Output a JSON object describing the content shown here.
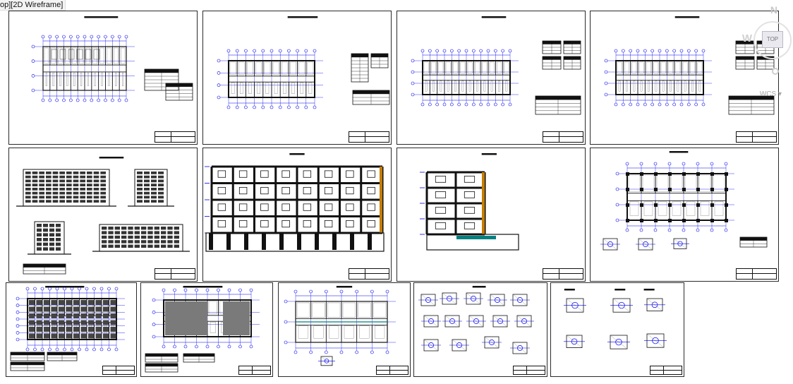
{
  "viewport": {
    "label": "op][2D Wireframe]"
  },
  "viewcube": {
    "north": "N",
    "west": "W",
    "top_face": "TOP",
    "ucs_menu": "WCS ▾"
  },
  "colors": {
    "line": "#111111",
    "dimension": "#0000ee",
    "accent": "#c87d00",
    "fill": "#7a7a7a"
  },
  "layout_sheets": [
    {
      "kind": "plan-furnished"
    },
    {
      "kind": "plan"
    },
    {
      "kind": "plan-rooms"
    },
    {
      "kind": "plan-rooms"
    },
    {
      "kind": "elevations"
    },
    {
      "kind": "section-long"
    },
    {
      "kind": "section-short"
    },
    {
      "kind": "foundation-plan"
    },
    {
      "kind": "framing-plan"
    },
    {
      "kind": "slab-plan"
    },
    {
      "kind": "roof-plan"
    },
    {
      "kind": "details"
    },
    {
      "kind": "details-small"
    }
  ]
}
